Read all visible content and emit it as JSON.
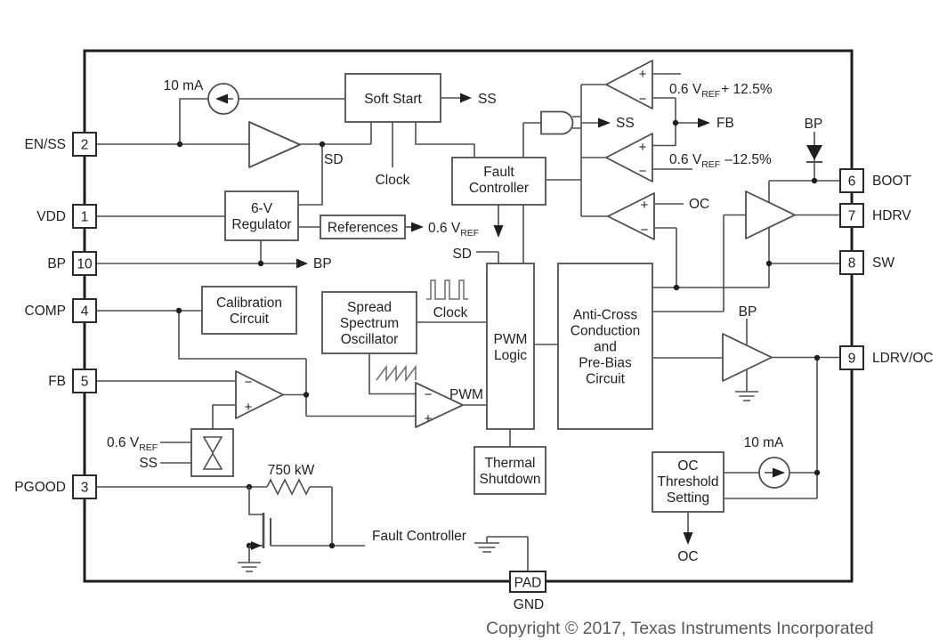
{
  "pins": {
    "left": [
      {
        "number": "2",
        "name": "EN/SS"
      },
      {
        "number": "1",
        "name": "VDD"
      },
      {
        "number": "10",
        "name": "BP"
      },
      {
        "number": "4",
        "name": "COMP"
      },
      {
        "number": "5",
        "name": "FB"
      },
      {
        "number": "3",
        "name": "PGOOD"
      }
    ],
    "right": [
      {
        "number": "6",
        "name": "BOOT"
      },
      {
        "number": "7",
        "name": "HDRV"
      },
      {
        "number": "8",
        "name": "SW"
      },
      {
        "number": "9",
        "name": "LDRV/OC"
      }
    ],
    "pad": {
      "number": "PAD",
      "name": "GND"
    }
  },
  "blocks": {
    "soft_start": [
      "Soft Start"
    ],
    "fault_controller": [
      "Fault",
      "Controller"
    ],
    "regulator": [
      "6-V",
      "Regulator"
    ],
    "references": [
      "References"
    ],
    "calibration": [
      "Calibration",
      "Circuit"
    ],
    "spread_spectrum": [
      "Spread",
      "Spectrum",
      "Oscillator"
    ],
    "pwm_logic": [
      "PWM",
      "Logic"
    ],
    "anti_cross": [
      "Anti-Cross",
      "Conduction",
      "and",
      "Pre-Bias",
      "Circuit"
    ],
    "thermal_shutdown": [
      "Thermal",
      "Shutdown"
    ],
    "oc_threshold": [
      "OC",
      "Threshold",
      "Setting"
    ]
  },
  "signals": {
    "current_source_top": "10 mA",
    "current_source_bottom": "10 mA",
    "sd_buffer": "SD",
    "clock_soft_start": "Clock",
    "ss_soft_start": "SS",
    "vref_value": "0.6 V",
    "vref_sub": "REF",
    "comp_high_suffix": "+ 12.5%",
    "comp_low_suffix": "–12.5%",
    "bp_regulator": "BP",
    "ss_window": "SS",
    "fb_window": "FB",
    "oc_comparator": "OC",
    "bp_diode": "BP",
    "bp_ldrv": "BP",
    "sd_pwm": "SD",
    "clock_oscillator": "Clock",
    "pwm": "PWM",
    "ss_error_amp": "SS",
    "resistor_value": "750 kW",
    "fault_controller_net": "Fault Controller",
    "oc_net": "OC",
    "plus": "+",
    "minus": "−"
  },
  "colors": {
    "wire": "#4e4e4e",
    "outline": "#1c1c1c",
    "text": "#1f1f1f",
    "copyright": "#5a5a5a",
    "background": "#ffffff"
  },
  "footer": {
    "copyright": "Copyright © 2017, Texas Instruments Incorporated"
  }
}
